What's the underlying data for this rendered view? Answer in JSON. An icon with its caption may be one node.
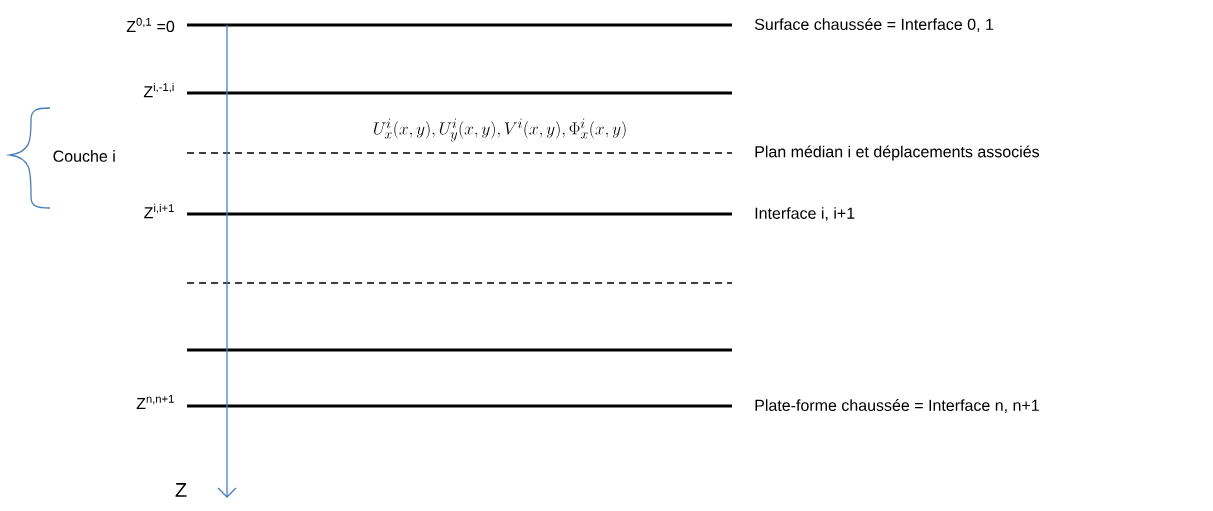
{
  "diagram": {
    "labels": [
      "Z$^{0,1}$ =0",
      "Surface chaussée = Interface 0, 1",
      "Z$^{i,-1,i}$",
      "U_x^i(x,y), U_y^i(x,y), V^i(x,y), \\Phi_x^i(x,y)",
      "Couche i",
      "Plan médian i et déplacements associés",
      "Z$^{i,i+1}$",
      "Interface i, i+1",
      "Z$^{n,n+1}$",
      "Plate-forme chaussée = Interface n, n+1",
      "Z"
    ]
  }
}
